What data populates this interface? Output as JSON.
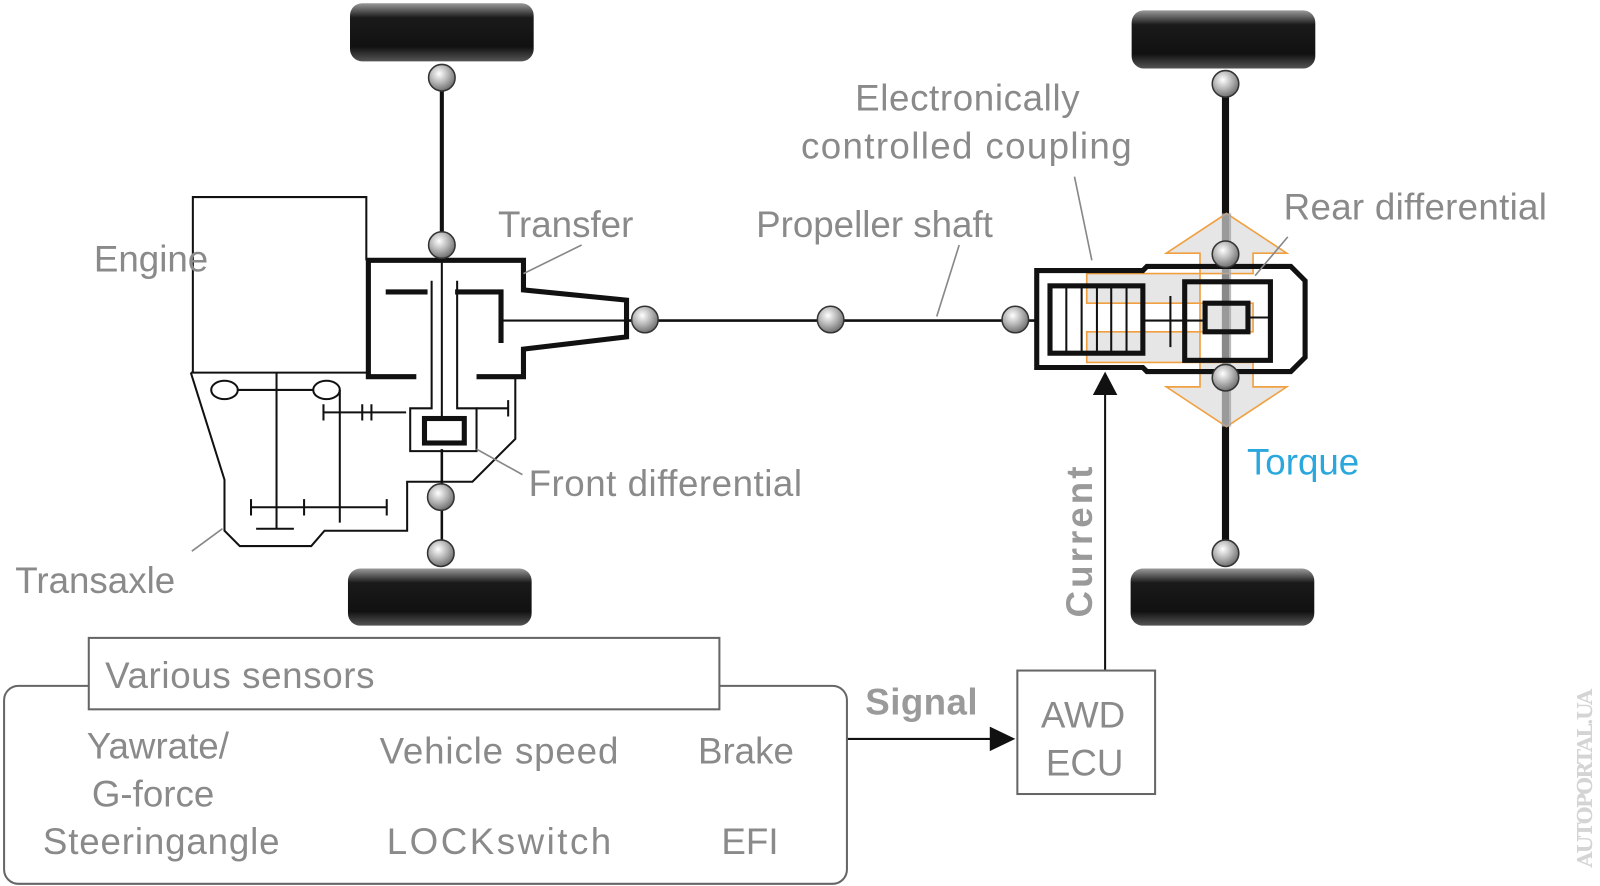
{
  "labels": {
    "engine": "Engine",
    "transfer": "Transfer",
    "propeller_shaft": "Propeller shaft",
    "coupling_line1": "Electronically",
    "coupling_line2": "controlled coupling",
    "rear_differential": "Rear differential",
    "front_differential": "Front differential",
    "transaxle": "Transaxle",
    "torque": "Torque",
    "current": "Current",
    "signal": "Signal"
  },
  "ecu": {
    "line1": "AWD",
    "line2": "ECU"
  },
  "sensors": {
    "title": "Various sensors",
    "items": [
      "Yawrate/",
      "G-force",
      "Vehicle speed",
      "Brake",
      "Steeringangle",
      "LOCKswitch",
      "EFI"
    ]
  },
  "watermark": "AUTOPORTAL.UA",
  "colors": {
    "torque": "#2aa7dc",
    "torque_arrow_outline": "#f0a040",
    "label": "#8a8a8a"
  }
}
